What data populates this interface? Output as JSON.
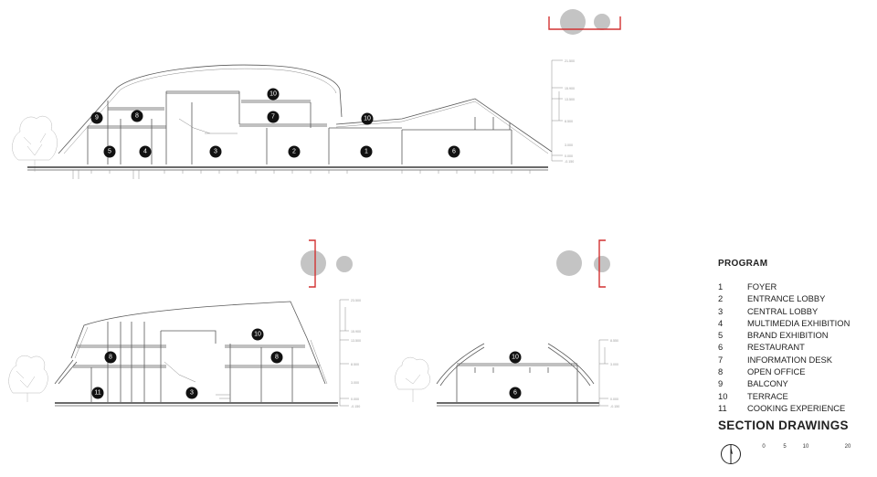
{
  "program": {
    "title": "PROGRAM",
    "items": [
      {
        "num": "1",
        "label": "FOYER"
      },
      {
        "num": "2",
        "label": "ENTRANCE LOBBY"
      },
      {
        "num": "3",
        "label": "CENTRAL LOBBY"
      },
      {
        "num": "4",
        "label": "MULTIMEDIA EXHIBITION"
      },
      {
        "num": "5",
        "label": "BRAND EXHIBITION"
      },
      {
        "num": "6",
        "label": "RESTAURANT"
      },
      {
        "num": "7",
        "label": "INFORMATION DESK"
      },
      {
        "num": "8",
        "label": "OPEN OFFICE"
      },
      {
        "num": "9",
        "label": "BALCONY"
      },
      {
        "num": "10",
        "label": "TERRACE"
      },
      {
        "num": "11",
        "label": "COOKING EXPERIENCE"
      }
    ]
  },
  "section_title": "SECTION DRAWINGS",
  "scale_bar": {
    "ticks": [
      "0",
      "5",
      "10",
      "20"
    ]
  },
  "sections": {
    "top": {
      "markers": [
        "10",
        "9",
        "8",
        "7",
        "10",
        "5",
        "4",
        "3",
        "2",
        "1",
        "6"
      ],
      "levels": [
        "21.500",
        "15.900",
        "13.500",
        "8.500",
        "3.000",
        "0.000",
        "-0.150"
      ]
    },
    "bottom_left": {
      "markers": [
        "10",
        "8",
        "8",
        "11",
        "3"
      ],
      "levels": [
        "23.500",
        "15.900",
        "13.500",
        "8.500",
        "3.000",
        "0.000",
        "-0.150"
      ]
    },
    "bottom_right": {
      "markers": [
        "10",
        "6"
      ],
      "levels": [
        "8.550",
        "3.000",
        "0.000",
        "-0.150"
      ]
    }
  },
  "colors": {
    "sun": "#c4c4c4",
    "section_mark": "#d23232",
    "marker": "#111111",
    "lines": "#5a5a5a"
  }
}
